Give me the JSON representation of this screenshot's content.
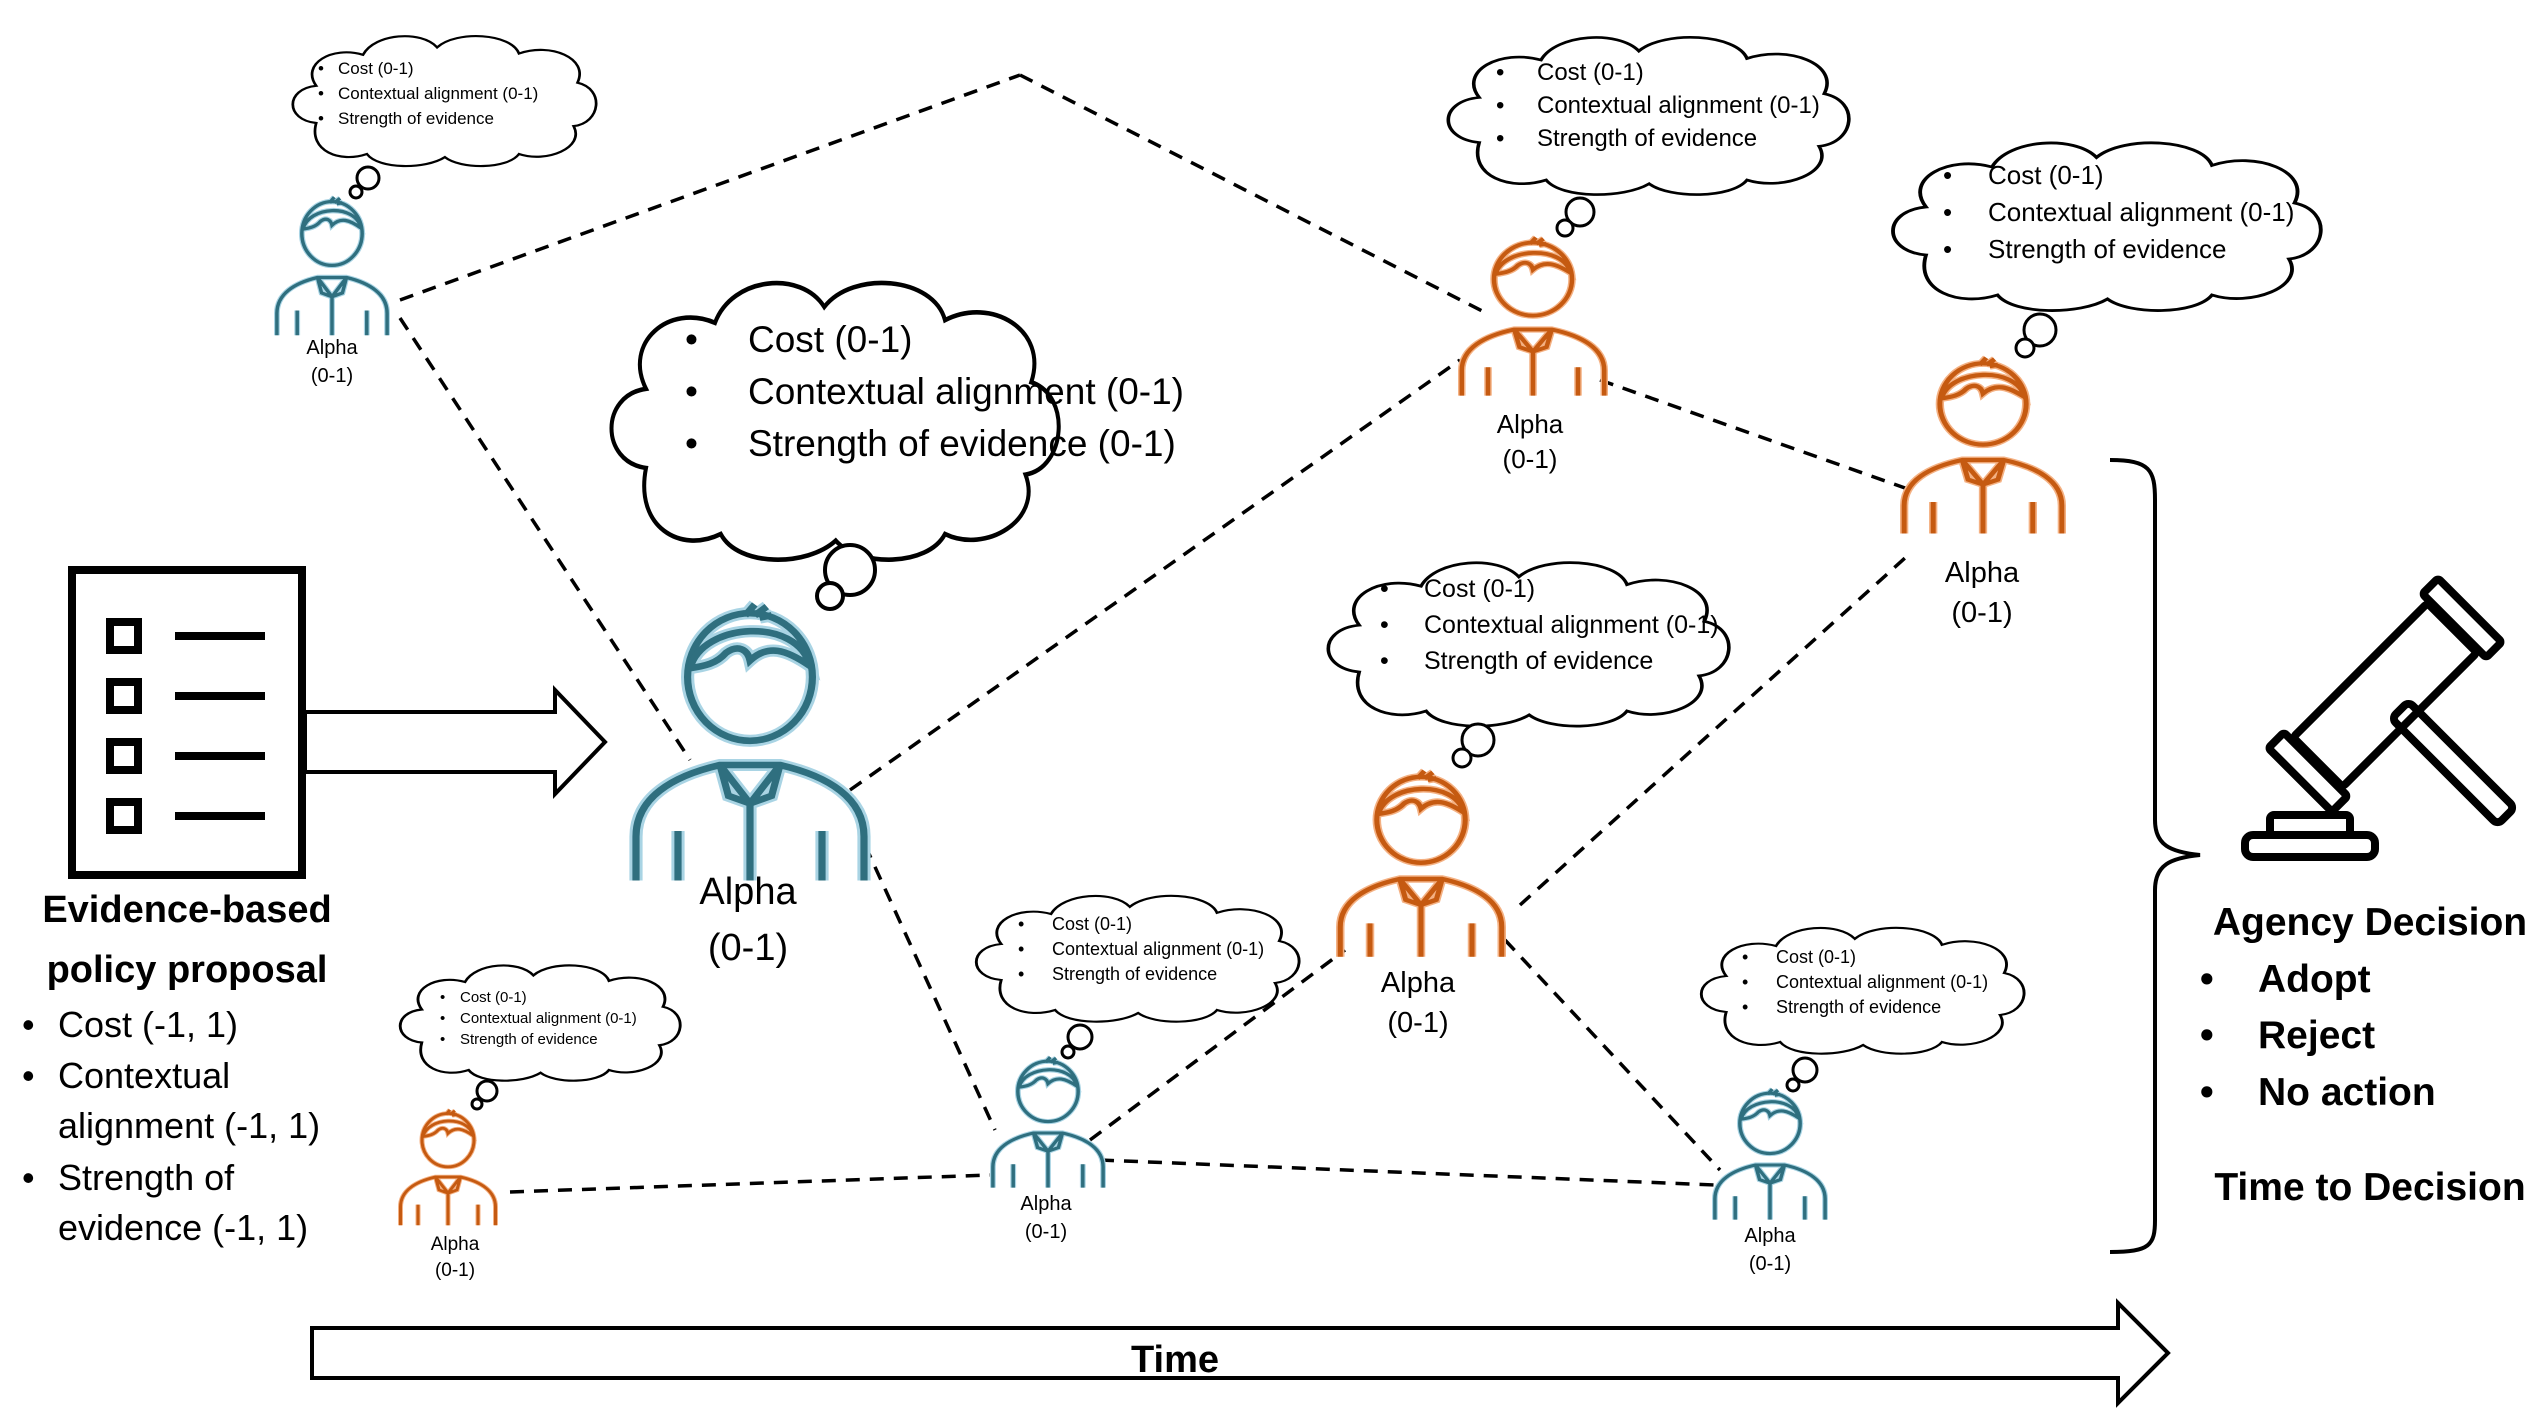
{
  "colors": {
    "blue": "#2f6f7f",
    "blue_glow": "#a9d4e4",
    "orange": "#c55a11",
    "orange_glow": "#f4b183",
    "ink": "#000000"
  },
  "cloud_items": [
    "Cost (0-1)",
    "Contextual alignment (0-1)",
    "Strength of evidence"
  ],
  "cloud_items_main": [
    "Cost (0-1)",
    "Contextual alignment (0-1)",
    "Strength of evidence (0-1)"
  ],
  "agent_name": "Alpha",
  "agent_range": "(0-1)",
  "agents": [
    {
      "id": "a1",
      "color": "blue"
    },
    {
      "id": "a2",
      "color": "blue"
    },
    {
      "id": "a3",
      "color": "orange"
    },
    {
      "id": "a4",
      "color": "orange"
    },
    {
      "id": "a5",
      "color": "orange"
    },
    {
      "id": "a6",
      "color": "orange"
    },
    {
      "id": "a7",
      "color": "blue"
    },
    {
      "id": "a8",
      "color": "blue"
    }
  ],
  "proposal": {
    "title_line1": "Evidence-based",
    "title_line2": "policy proposal",
    "bullets": [
      "Cost (-1, 1)",
      "Contextual",
      "alignment (-1, 1)",
      "Strength of",
      "evidence (-1, 1)"
    ]
  },
  "decision": {
    "title": "Agency Decision",
    "options": [
      "Adopt",
      "Reject",
      "No action"
    ],
    "time_to_decision": "Time to Decision"
  },
  "time_label": "Time",
  "bullet_char": "•",
  "icons": {
    "document": "checklist-document-icon",
    "gavel": "gavel-icon",
    "arrow": "right-arrow-icon",
    "brace": "right-brace-icon",
    "person": "person-icon",
    "cloud": "thought-cloud-icon"
  }
}
